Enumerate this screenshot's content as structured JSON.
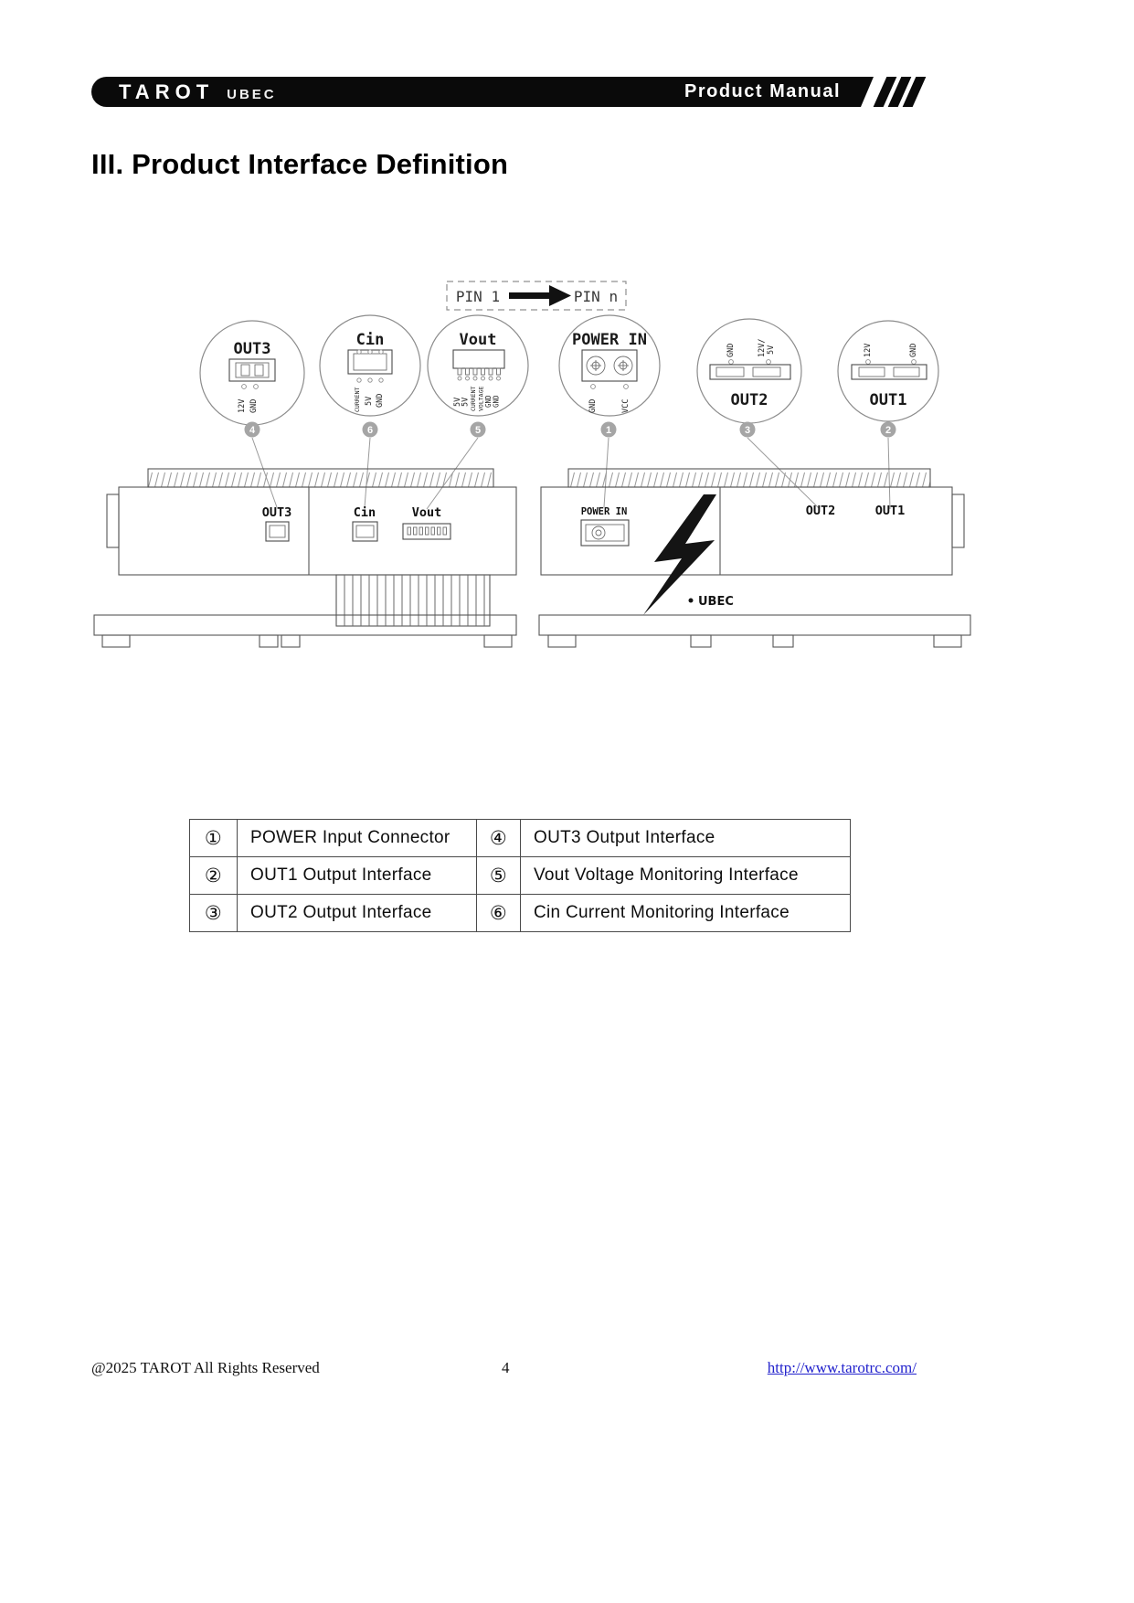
{
  "colors": {
    "banner_bg": "#0a0a0a",
    "link": "#2121cc"
  },
  "header": {
    "brand": "TAROT",
    "brand_sub": "UBEC",
    "doc_type": "Product Manual"
  },
  "page": {
    "title": "III. Product Interface Definition"
  },
  "diagram": {
    "pin_start": "PIN 1",
    "pin_end": "PIN n",
    "callouts": [
      {
        "badge": "4",
        "title": "OUT3",
        "pins": [
          "12V",
          "GND"
        ]
      },
      {
        "badge": "6",
        "title": "Cin",
        "pins": [
          "CURRENT",
          "5V",
          "GND"
        ]
      },
      {
        "badge": "5",
        "title": "Vout",
        "pins": [
          "5V",
          "5V",
          "CURRENT",
          "VOLTAGE",
          "GND",
          "GND"
        ]
      },
      {
        "badge": "1",
        "title": "POWER IN",
        "pins": [
          "GND",
          "VCC"
        ]
      },
      {
        "badge": "3",
        "title": "OUT2",
        "pins": [
          "GND",
          "12V/",
          "5V"
        ]
      },
      {
        "badge": "2",
        "title": "OUT1",
        "pins": [
          "12V",
          "GND"
        ]
      }
    ],
    "left_device": {
      "labels": [
        "OUT3",
        "Cin",
        "Vout"
      ]
    },
    "right_device": {
      "labels": [
        "POWER IN",
        "OUT2",
        "OUT1"
      ],
      "logo_text": "UBEC"
    }
  },
  "table": {
    "rows": [
      {
        "num_left": "①",
        "label_left": "POWER Input Connector",
        "num_right": "④",
        "label_right": "OUT3 Output Interface"
      },
      {
        "num_left": "②",
        "label_left": "OUT1 Output Interface",
        "num_right": "⑤",
        "label_right": "Vout Voltage Monitoring Interface"
      },
      {
        "num_left": "③",
        "label_left": "OUT2 Output Interface",
        "num_right": "⑥",
        "label_right": "Cin Current Monitoring Interface"
      }
    ]
  },
  "footer": {
    "copyright": "@2025 TAROT All Rights Reserved",
    "page_number": "4",
    "link": "http://www.tarotrc.com/"
  }
}
